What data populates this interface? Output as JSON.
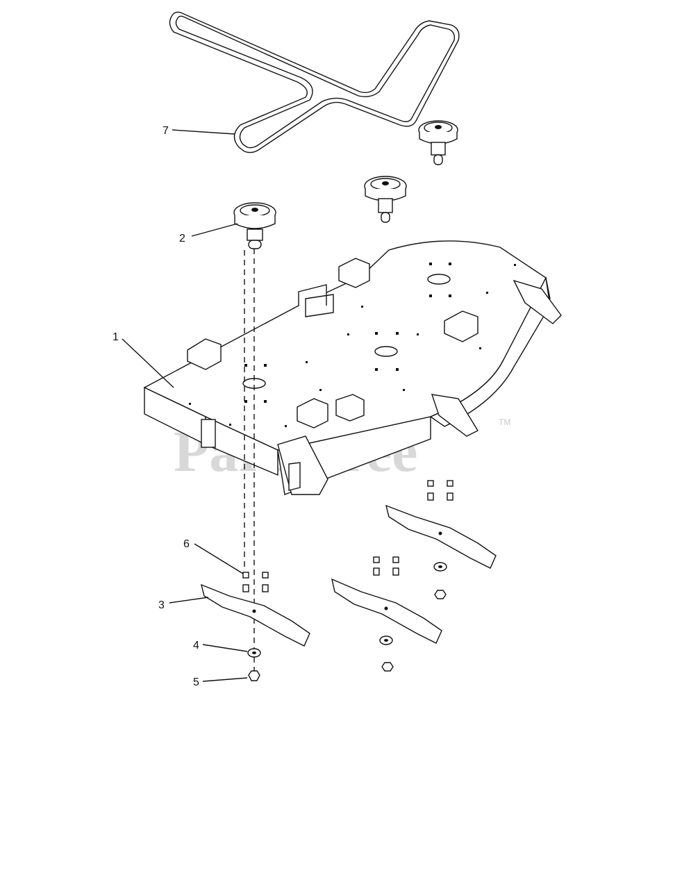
{
  "watermark": {
    "text": "PartsTree",
    "trademark": "TM",
    "color": "#d2d2d2"
  },
  "callouts": [
    {
      "id": "1",
      "label": "1",
      "part": "mower-deck-housing"
    },
    {
      "id": "2",
      "label": "2",
      "part": "spindle-assembly"
    },
    {
      "id": "3",
      "label": "3",
      "part": "blade"
    },
    {
      "id": "4",
      "label": "4",
      "part": "washer"
    },
    {
      "id": "5",
      "label": "5",
      "part": "nut"
    },
    {
      "id": "6",
      "label": "6",
      "part": "bolt"
    },
    {
      "id": "7",
      "label": "7",
      "part": "drive-belt"
    }
  ],
  "colors": {
    "line": "#111111",
    "background": "#ffffff"
  }
}
